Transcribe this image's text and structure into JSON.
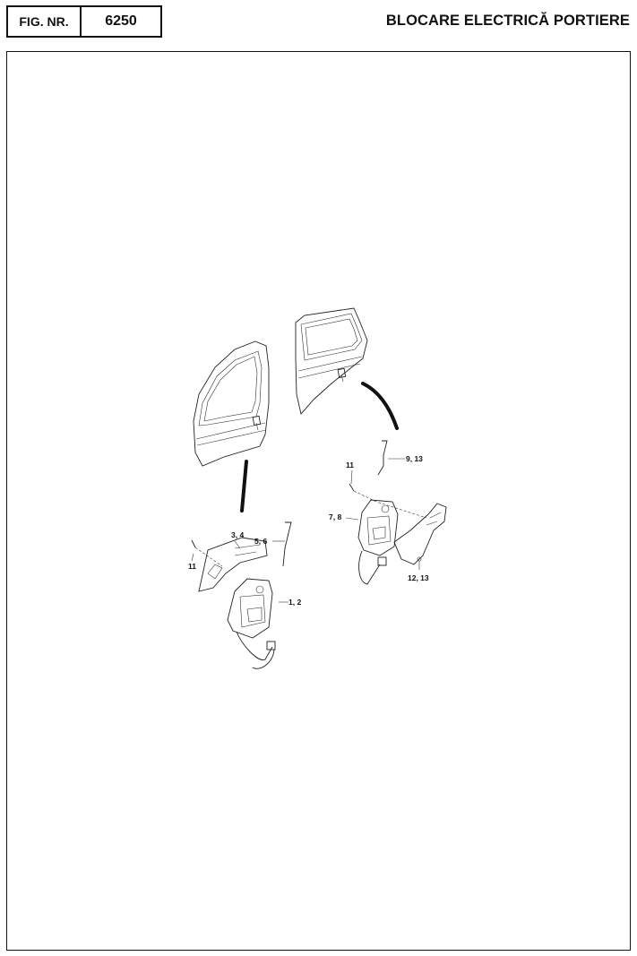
{
  "header": {
    "fig_label": "FIG. NR.",
    "fig_number": "6250",
    "title": "BLOCARE ELECTRICĂ PORTIERE"
  },
  "callouts": {
    "front_actuator": "1, 2",
    "front_bracket": "3, 4",
    "front_rod": "5, 6",
    "rear_actuator": "7, 8",
    "rear_rod": "9, 13",
    "front_screw": "11",
    "rear_screw": "11",
    "rear_bracket": "12, 13"
  }
}
